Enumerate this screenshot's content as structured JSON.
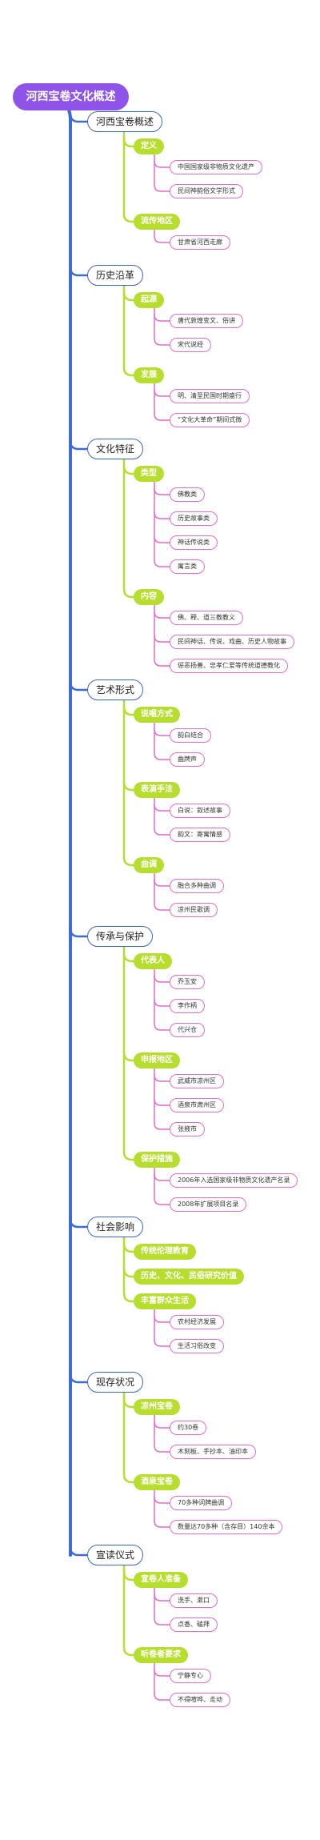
{
  "root": "河西宝卷文化概述",
  "branches": [
    {
      "label": "河西宝卷概述",
      "children": [
        {
          "label": "定义",
          "children": [
            "中国国家级非物质文化遗产",
            "民间神韵俗文学形式"
          ]
        },
        {
          "label": "流传地区",
          "children": [
            "甘肃省河西走廊"
          ]
        }
      ]
    },
    {
      "label": "历史沿革",
      "children": [
        {
          "label": "起源",
          "children": [
            "唐代敦煌变文、俗讲",
            "宋代说经"
          ]
        },
        {
          "label": "发展",
          "children": [
            "明、清至民国时期盛行",
            "“文化大革命”期间式微"
          ]
        }
      ]
    },
    {
      "label": "文化特征",
      "children": [
        {
          "label": "类型",
          "children": [
            "佛教类",
            "历史故事类",
            "神话传说类",
            "寓言类"
          ]
        },
        {
          "label": "内容",
          "children": [
            "佛、释、道三教教义",
            "民间神话、传说、戏曲、历史人物故事",
            "惩恶扬善、忠孝仁爱等传统道德教化"
          ]
        }
      ]
    },
    {
      "label": "艺术形式",
      "children": [
        {
          "label": "说唱方式",
          "children": [
            "韵白结合",
            "曲牌声"
          ]
        },
        {
          "label": "表演手法",
          "children": [
            "白说：叙述故事",
            "韵文：寄寓情感"
          ]
        },
        {
          "label": "曲调",
          "children": [
            "融合多种曲调",
            "凉州民歌调"
          ]
        }
      ]
    },
    {
      "label": "传承与保护",
      "children": [
        {
          "label": "代表人",
          "children": [
            "乔玉安",
            "李作柄",
            "代兴仓"
          ]
        },
        {
          "label": "申报地区",
          "children": [
            "武威市凉州区",
            "酒泉市肃州区",
            "张掖市"
          ]
        },
        {
          "label": "保护措施",
          "children": [
            "2006年入选国家级非物质文化遗产名录",
            "2008年扩展项目名录"
          ]
        }
      ]
    },
    {
      "label": "社会影响",
      "children": [
        {
          "label": "传统伦理教育",
          "children": []
        },
        {
          "label": "历史、文化、民俗研究价值",
          "children": []
        },
        {
          "label": "丰富群众生活",
          "children": [
            "农村经济发展",
            "生活习俗改变"
          ]
        }
      ]
    },
    {
      "label": "现存状况",
      "children": [
        {
          "label": "凉州宝卷",
          "children": [
            "约30卷",
            "木刻板、手抄本、油印本"
          ]
        },
        {
          "label": "酒泉宝卷",
          "children": [
            "70多种词牌曲调",
            "数量达70多种（含存目）140余本"
          ]
        }
      ]
    },
    {
      "label": "宣读仪式",
      "children": [
        {
          "label": "宣卷人准备",
          "children": [
            "洗手、漱口",
            "点香、磕拜"
          ]
        },
        {
          "label": "听卷者要求",
          "children": [
            "宁静专心",
            "不得喧哗、走动"
          ]
        }
      ]
    }
  ],
  "colors": {
    "root": "#8e54e9",
    "trunk": "#3d6bd6",
    "l1_border": "#3b66c9",
    "l2": "#b7dd2f",
    "l3_border": "#e56cc8"
  }
}
